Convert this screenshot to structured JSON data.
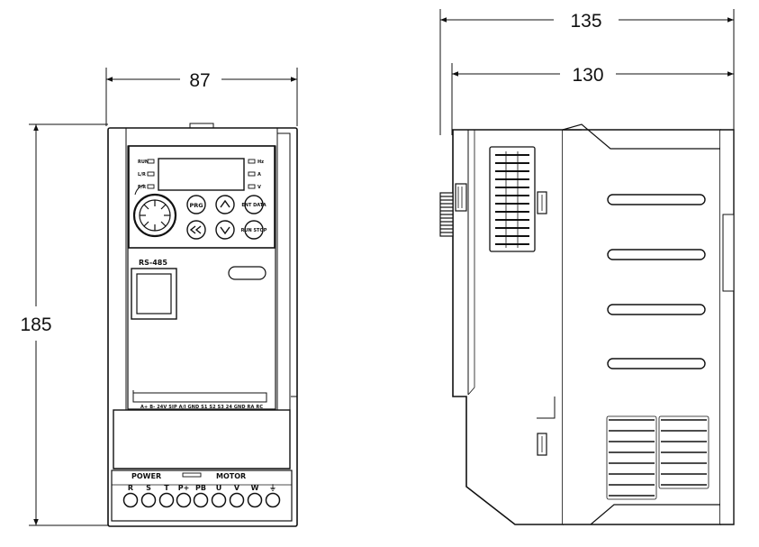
{
  "dimensions": {
    "front_width": "87",
    "height": "185",
    "side_depth_overall": "135",
    "side_depth_body": "130"
  },
  "keypad": {
    "indicators_left": [
      "RUN",
      "L/R",
      "F/R"
    ],
    "indicators_right": [
      "Hz",
      "A",
      "V"
    ],
    "keys": {
      "prog": "PRG",
      "ent": "ENT DATA",
      "run_stop": "RUN STOP",
      "up": "up-arrow",
      "down": "down-arrow",
      "shift": "double-left-arrow"
    },
    "knob": "potentiometer-knob"
  },
  "port_label": "RS-485",
  "control_terminals": "A+ B- 24V SIP A/I GND S1 S2 S3 24 GND RA RC",
  "power_terminals": {
    "power_label": "POWER",
    "motor_label": "MOTOR",
    "labels": [
      "R",
      "S",
      "T",
      "P+",
      "PB",
      "U",
      "V",
      "W",
      "⏚"
    ]
  }
}
